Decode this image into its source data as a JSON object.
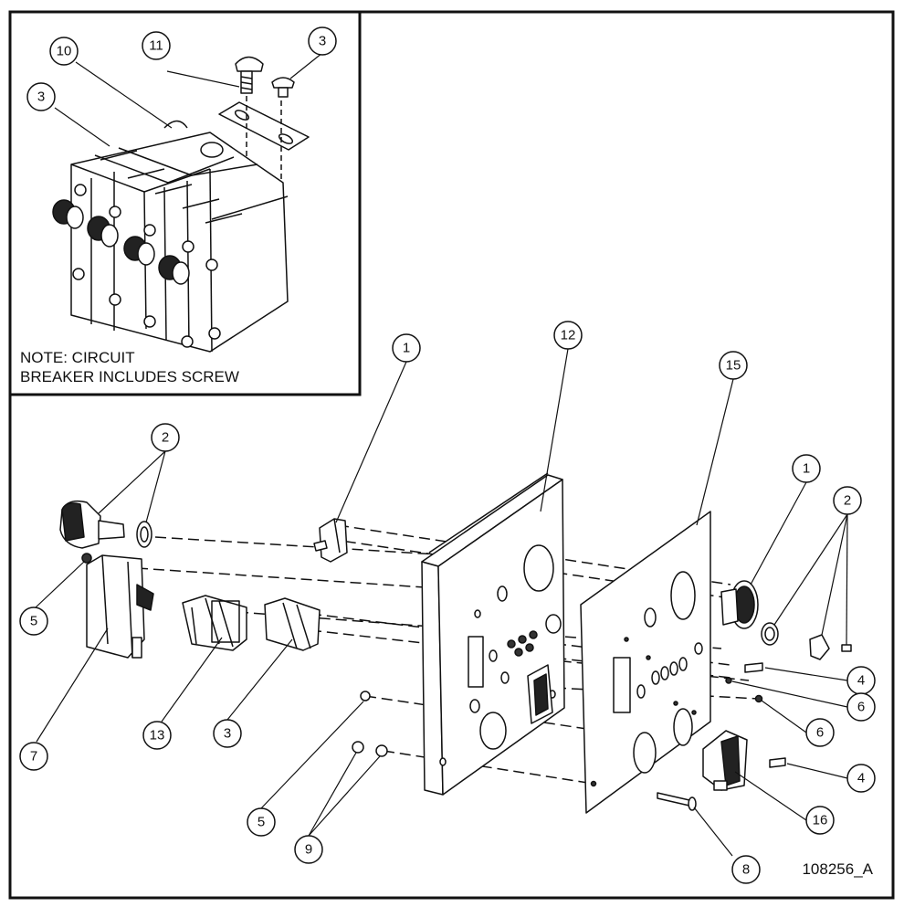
{
  "note": {
    "line1": "NOTE: CIRCUIT",
    "line2": "BREAKER INCLUDES SCREW"
  },
  "document_number": "108256_A",
  "callouts": {
    "inset_10": "10",
    "inset_11": "11",
    "inset_3_top": "3",
    "inset_3_left": "3",
    "c1_left": "1",
    "c12": "12",
    "c15": "15",
    "c1_right": "1",
    "c2_left": "2",
    "c2_right": "2",
    "c5_left": "5",
    "c7": "7",
    "c13": "13",
    "c3": "3",
    "c5_bottom": "5",
    "c9": "9",
    "c4_upper": "4",
    "c6_upper": "6",
    "c6_lower": "6",
    "c4_lower": "4",
    "c16": "16",
    "c8": "8"
  }
}
